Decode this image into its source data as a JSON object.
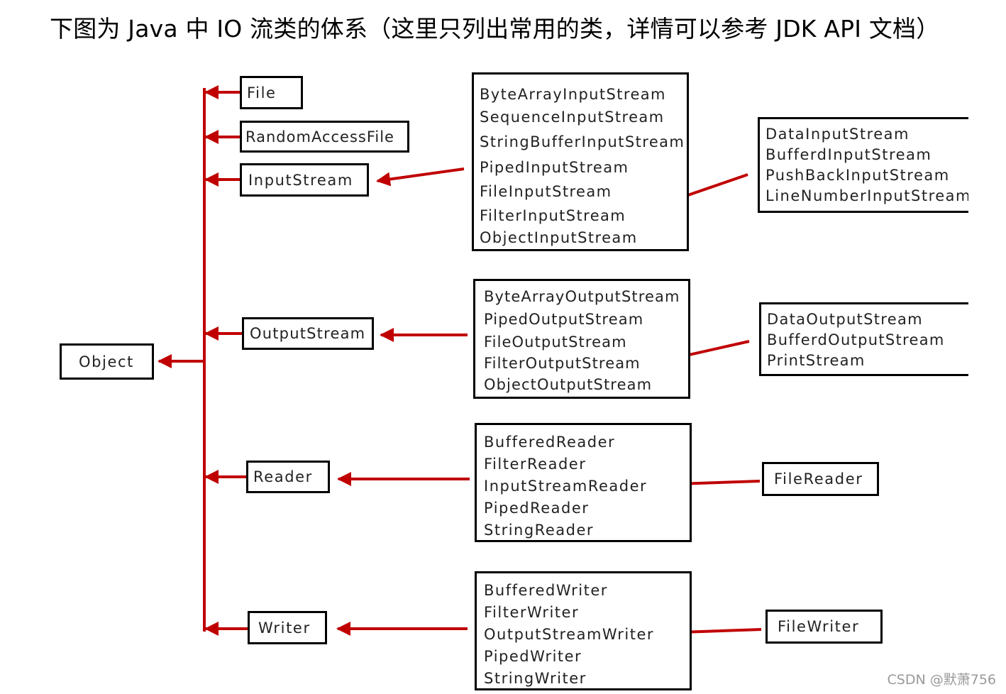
{
  "title": "下图为 Java 中 IO 流类的体系（这里只列出常用的类，详情可以参考 JDK API 文档）",
  "watermark": "CSDN @默萧756",
  "colors": {
    "arrow": "#c00000",
    "border": "#000000",
    "text": "#222222"
  },
  "root": {
    "label": "Object"
  },
  "subclasses": {
    "file": "File",
    "random_access_file": "RandomAccessFile",
    "input_stream": "InputStream",
    "output_stream": "OutputStream",
    "reader": "Reader",
    "writer": "Writer"
  },
  "input_stream_impls": [
    "ByteArrayInputStream",
    "SequenceInputStream",
    "StringBufferInputStream",
    "PipedInputStream",
    "FileInputStream",
    "FilterInputStream",
    "ObjectInputStream"
  ],
  "filter_input_impls": [
    "DataInputStream",
    "BufferdInputStream",
    "PushBackInputStream",
    "LineNumberInputStream"
  ],
  "output_stream_impls": [
    "ByteArrayOutputStream",
    "PipedOutputStream",
    "FileOutputStream",
    "FilterOutputStream",
    "ObjectOutputStream"
  ],
  "filter_output_impls": [
    "DataOutputStream",
    "BufferdOutputStream",
    "PrintStream"
  ],
  "reader_impls": [
    "BufferedReader",
    "FilterReader",
    "InputStreamReader",
    "PipedReader",
    "StringReader"
  ],
  "file_reader": "FileReader",
  "writer_impls": [
    "BufferedWriter",
    "FilterWriter",
    "OutputStreamWriter",
    "PipedWriter",
    "StringWriter"
  ],
  "file_writer": "FileWriter"
}
